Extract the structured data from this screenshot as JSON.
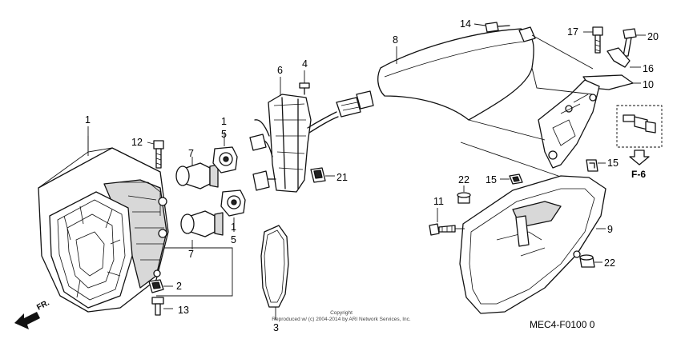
{
  "callouts": {
    "c1a": "1",
    "c1b": "1",
    "c2": "2",
    "c4": "4",
    "c5a": "5",
    "c5b": "5",
    "c6": "6",
    "c7a": "7",
    "c7b": "7",
    "c8": "8",
    "c9": "9",
    "c10": "10",
    "c11": "11",
    "c12": "12",
    "c13": "13",
    "c14": "14",
    "c15a": "15",
    "c15b": "15",
    "c16": "16",
    "c17": "17",
    "c20": "20",
    "c21": "21",
    "c22a": "22",
    "c22b": "22",
    "c3": "3"
  },
  "reference": "F-6",
  "front_marker": "FR.",
  "diagram_code": "MEC4-F0100 0",
  "copyright_line1": "Copyright",
  "copyright_line2": "Reproduced w/ (c) 2004-2014 by ARI Network Services, Inc.",
  "colors": {
    "ink": "#111111",
    "background": "#ffffff",
    "shade": "#d8d8d8"
  }
}
